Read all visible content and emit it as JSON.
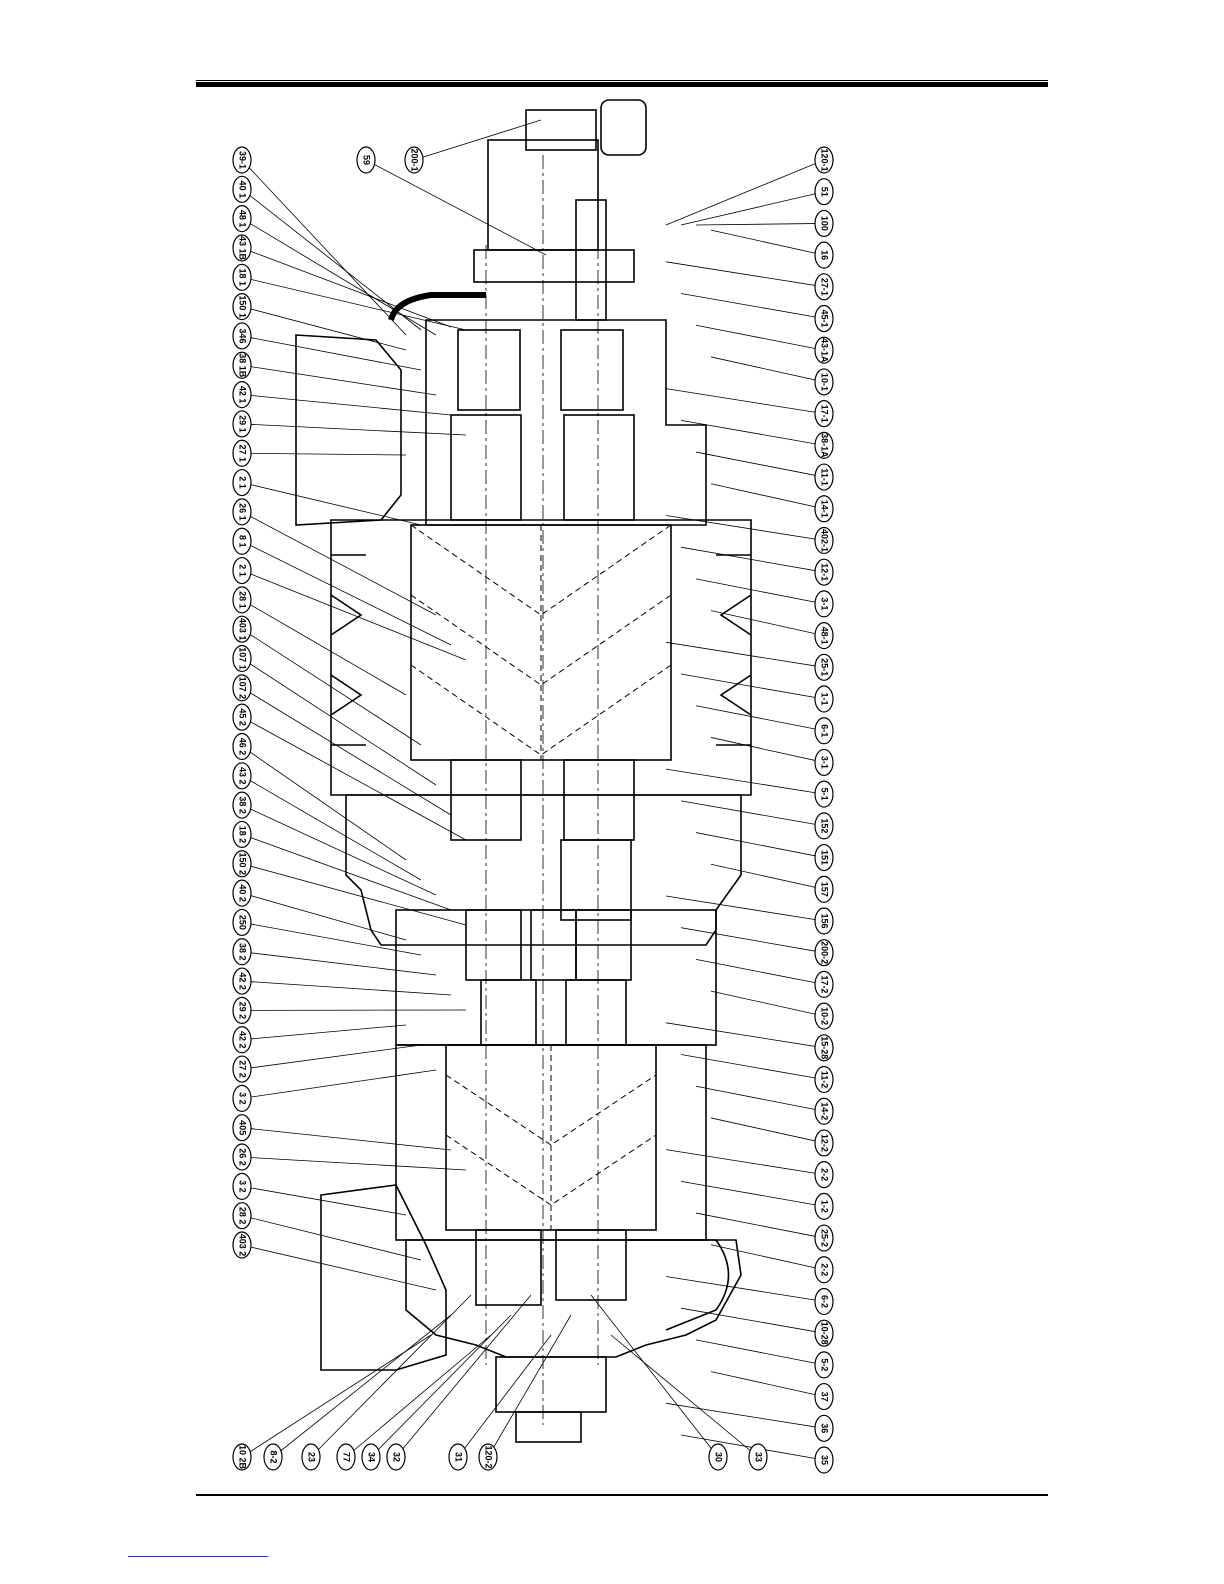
{
  "callouts_left": [
    "39-1",
    "40 1",
    "48 1",
    "43 1B",
    "18 1",
    "150 1",
    "346",
    "38 1B",
    "42 1",
    "29 1",
    "27 1",
    "2 1",
    "26 1",
    "8 1",
    "2 1",
    "28 1",
    "403 1",
    "107 1",
    "107 2",
    "45 2",
    "46 2",
    "43 2",
    "38 2",
    "18 2",
    "150 2",
    "40 2",
    "250",
    "38 2",
    "42 2",
    "29 2",
    "42 2",
    "27 2",
    "3 2",
    "405",
    "26 2",
    "3 2",
    "28 2",
    "403 2"
  ],
  "callouts_top": [
    "59",
    "200-1"
  ],
  "callouts_right_top": [
    "120-1",
    "51",
    "100",
    "16",
    "27-1",
    "45-1",
    "43-1A",
    "10-1",
    "17-1",
    "38-1A",
    "11-1",
    "14-1",
    "402-1",
    "12-1",
    "3-1",
    "48-1",
    "25-1",
    "1-1",
    "6-1",
    "3-1",
    "5-1",
    "152",
    "151",
    "157",
    "156",
    "200-2",
    "17-2",
    "10-2",
    "15-28",
    "11-2",
    "14-2",
    "12-2",
    "2-2",
    "1-2",
    "25-2",
    "2-2",
    "6-2",
    "10-28",
    "5-2",
    "37",
    "36",
    "35"
  ],
  "callouts_bottom": [
    "10 2B",
    "8-2",
    "23",
    "77",
    "34",
    "32",
    "31",
    "120-2",
    "30",
    "33"
  ]
}
